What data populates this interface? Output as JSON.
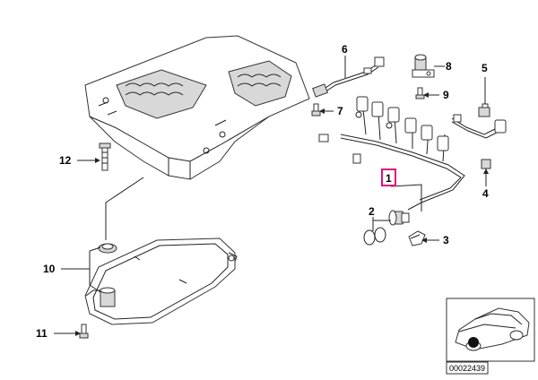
{
  "diagram": {
    "callouts": [
      {
        "id": "c1",
        "text": "1",
        "highlighted": true
      },
      {
        "id": "c2",
        "text": "2"
      },
      {
        "id": "c3",
        "text": "3"
      },
      {
        "id": "c4",
        "text": "4"
      },
      {
        "id": "c5",
        "text": "5"
      },
      {
        "id": "c6",
        "text": "6"
      },
      {
        "id": "c7",
        "text": "7"
      },
      {
        "id": "c8",
        "text": "8"
      },
      {
        "id": "c9",
        "text": "9"
      },
      {
        "id": "c10",
        "text": "10"
      },
      {
        "id": "c11",
        "text": "11"
      },
      {
        "id": "c12",
        "text": "12"
      }
    ],
    "reference_number": "00022439",
    "highlight_color": "#e0107a"
  }
}
